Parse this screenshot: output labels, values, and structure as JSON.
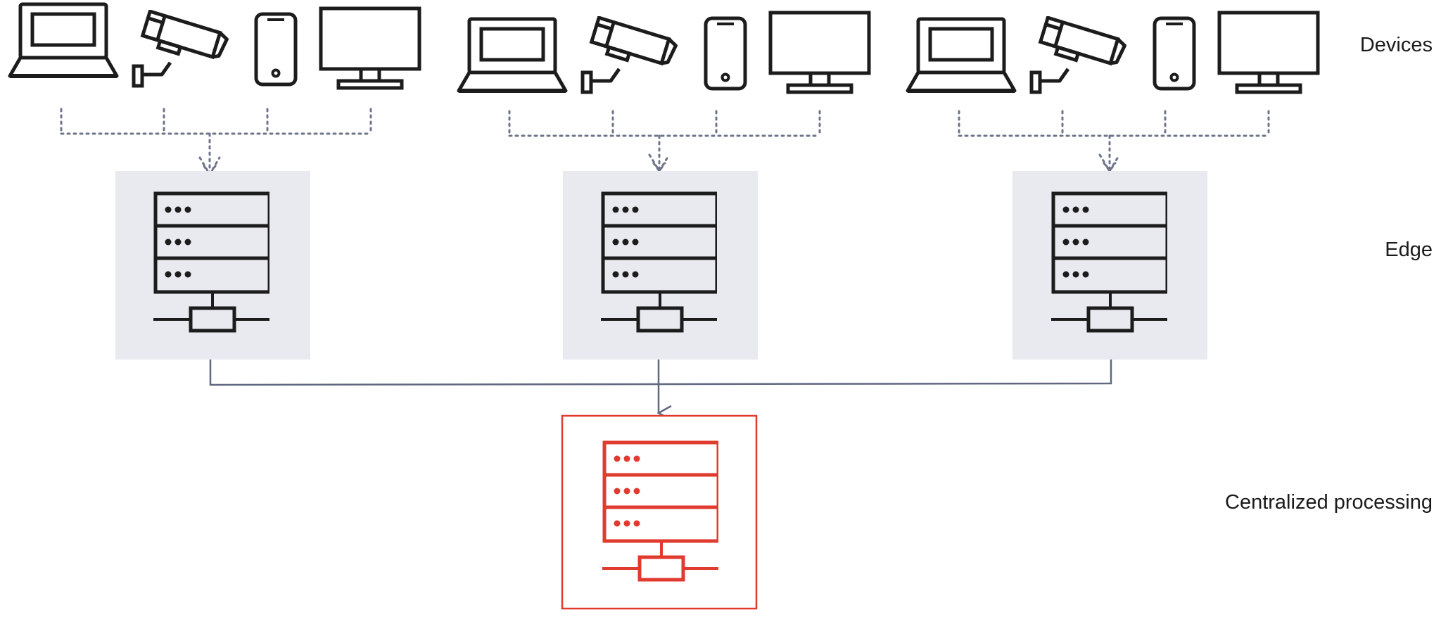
{
  "tiers": {
    "devices": "Devices",
    "edge": "Edge",
    "central": "Centralized processing"
  },
  "device_groups": [
    {
      "devices": [
        "laptop-icon",
        "security-camera-icon",
        "smartphone-icon",
        "monitor-icon"
      ]
    },
    {
      "devices": [
        "laptop-icon",
        "security-camera-icon",
        "smartphone-icon",
        "monitor-icon"
      ]
    },
    {
      "devices": [
        "laptop-icon",
        "security-camera-icon",
        "smartphone-icon",
        "monitor-icon"
      ]
    }
  ],
  "edge_nodes": [
    {
      "icon": "server-icon"
    },
    {
      "icon": "server-icon"
    },
    {
      "icon": "server-icon"
    }
  ],
  "central_node": {
    "icon": "server-icon"
  },
  "colors": {
    "ink": "#1c1c1c",
    "edge_panel": "#e9eaef",
    "dotted_link": "#6e7489",
    "solid_link": "#5f6880",
    "central_accent": "#e13a2e"
  }
}
